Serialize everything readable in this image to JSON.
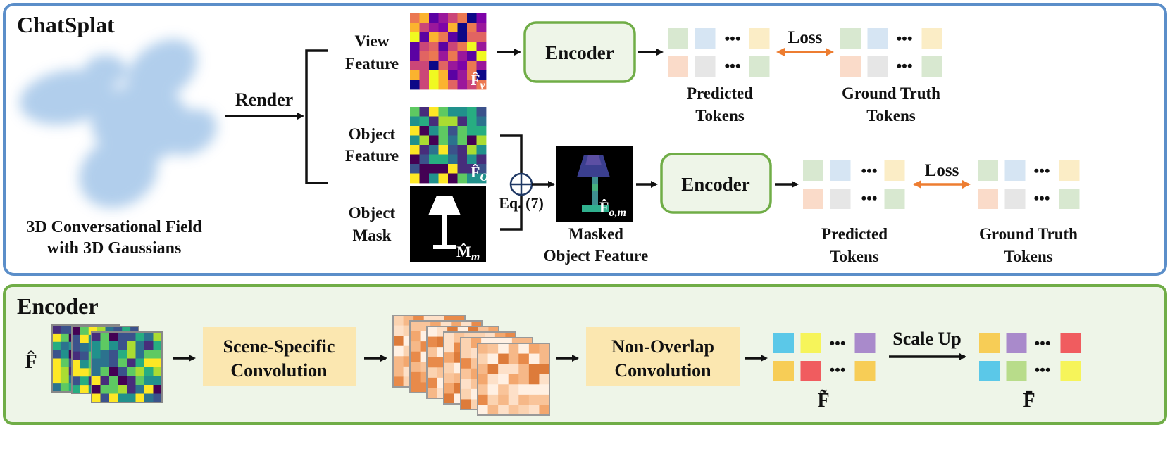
{
  "panels": {
    "top_title": "ChatSplat",
    "bottom_title": "Encoder"
  },
  "left": {
    "caption_line1": "3D Conversational Field",
    "caption_line2": "with 3D Gaussians"
  },
  "render_label": "Render",
  "features": {
    "view_line1": "View",
    "view_line2": "Feature",
    "view_symbol": "F̂",
    "view_sub": "v",
    "object_line1": "Object",
    "object_line2": "Feature",
    "object_symbol": "F̂",
    "object_sub": "O",
    "mask_line1": "Object",
    "mask_line2": "Mask",
    "mask_symbol": "M̂",
    "mask_sub": "m",
    "masked_line1": "Masked",
    "masked_line2": "Object Feature",
    "masked_symbol": "F̂",
    "masked_sub": "o,m",
    "eq_label": "Eq. (7)"
  },
  "encoder_label": "Encoder",
  "tokens": {
    "predicted_line1": "Predicted",
    "predicted_line2": "Tokens",
    "gt_line1": "Ground Truth",
    "gt_line2": "Tokens",
    "loss": "Loss",
    "ellipsis": "•••"
  },
  "bottom": {
    "input_symbol": "F̂",
    "conv1_line1": "Scene-Specific",
    "conv1_line2": "Convolution",
    "conv2_line1": "Non-Overlap",
    "conv2_line2": "Convolution",
    "tilde_symbol": "F̃",
    "scale_up": "Scale Up",
    "bar_symbol": "F̄"
  },
  "colors": {
    "top_border": "#5b8ec9",
    "bottom_border": "#70ad47",
    "bottom_bg": "#eef5e8",
    "encoder_border": "#70ad47",
    "encoder_fill": "#eef5e8",
    "conv_fill": "#fbe7b0",
    "loss_arrow": "#ed7d31",
    "token_pale": [
      "#d8e8d0",
      "#d6e5f3",
      "#fbedc6",
      "#fadbc9",
      "#e6e6e6",
      "#d8e8d0"
    ],
    "token_tilde": [
      "#5bc8e8",
      "#f6f45a",
      "#a98acb",
      "#f7cd56",
      "#f05c5f",
      "#f7cd56"
    ],
    "token_bar": [
      "#f7cd56",
      "#a98acb",
      "#f05c5f",
      "#5bc8e8",
      "#b8dc8a",
      "#f6f45a"
    ]
  }
}
